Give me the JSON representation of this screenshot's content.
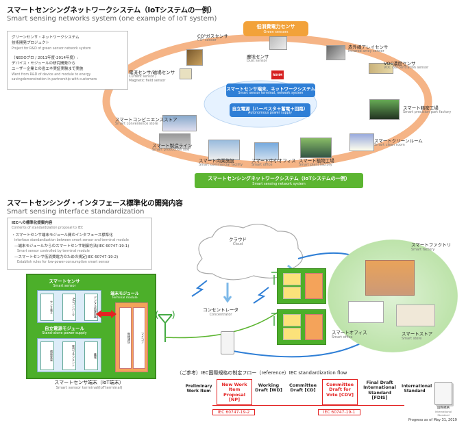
{
  "section1": {
    "title": "スマートセンシングネットワークシステム（IoTシステムの一例）",
    "subtitle": "Smart sensing networks system (one example of IoT system)"
  },
  "project_box": {
    "jp_line1": "グリーンセンサ・ネットワークシステム",
    "jp_line2": "技術開発プロジェクト",
    "en_line1": "Project for R&D of green sensor network system",
    "jp_line3": "（NEDOプロ / 2011年度-2014年度）:",
    "jp_line4": "デバイス・モジュールの研究開発から",
    "jp_line5": "ユーザー企業との省エネ実証実験まで実施",
    "en_line2": "Went from R&D of device and module to energy",
    "en_line3": "savingdemonstration in partnership with customers"
  },
  "green_sensors": {
    "jp": "低消費電力センサ",
    "en": "Green sensors"
  },
  "center_terminal": {
    "jp": "スマートセンサ端末、ネットワークシステム",
    "en": "Smart sensor terminal, network system"
  },
  "center_power": {
    "jp": "自立電源（ハーベスタ＋蓄電＋回路）",
    "en": "Autonomous power supply"
  },
  "rohm_logo": "ROHM",
  "network_banner": {
    "jp": "スマートセンシングネットワークシステム（IoTシステムの一例）",
    "en": "Smart sensing network system"
  },
  "ring_labels": {
    "co2": {
      "jp": "CO²ガスセンサ",
      "en": "CO² sensor"
    },
    "dust": {
      "jp": "塵埃センサ",
      "en": "Dust sensor"
    },
    "infrared": {
      "jp": "赤外線アレイセンサ",
      "en": "Infrared array sensor"
    },
    "voc": {
      "jp": "VOC濃度センサ",
      "en": "VOC concentration sensor"
    },
    "current": {
      "jp": "電流センサ/磁場センサ",
      "en1": "Current sensor /",
      "en2": "Magnetic field sensor"
    },
    "convenience": {
      "jp": "スマートコンビニエンスストア",
      "en": "Smart convenience store"
    },
    "production": {
      "jp": "スマート製造ライン",
      "en": "Smart production line"
    },
    "commercial": {
      "jp": "スマート商業施設",
      "en": "Smart commercial facility"
    },
    "office": {
      "jp": "スマート中小オフィス",
      "en": "Smart office"
    },
    "plant": {
      "jp": "スマート植物工場",
      "en": "Smart plant factory"
    },
    "precision": {
      "jp": "スマート精密工場",
      "en": "Smart precision part factory"
    },
    "cleanroom": {
      "jp": "スマートクリーンルーム",
      "en": "Smart clean room"
    }
  },
  "section2": {
    "title": "スマートセンシング・インタフェース標準化の開発内容",
    "subtitle": "Smart sensing interface standardization"
  },
  "iec_box": {
    "title_jp": "IECへの標準化提案内容",
    "title_en": "Contents of standardization proposal to IEC",
    "item1_jp": "・スマートセンサ端末モジュール間のインタフェース標準化",
    "item1_en": "interface standardization between smart sensor and terminal module",
    "item2_jp": "—端末モジュールからのスマートセンサ制御方法(IEC 60747-19-1)",
    "item2_en": "Smart sensor controlled by terminal module",
    "item3_jp": "—スマートセンサ低消費電力のための規定(IEC 60747-19-2)",
    "item3_en": "Establish rules for low-power-consumption smart sensor"
  },
  "terminal_diagram": {
    "smart_sensor_jp": "スマートセンサ",
    "smart_sensor_en": "Smart sensor",
    "sensor_element": "センサ素子",
    "adc": "A/Dコンバータ",
    "digital_proc": "デジタル処理回路",
    "power_module_jp": "自立電源モジュール",
    "power_module_en": "Stand-alone power supply",
    "harvester": "環境発電",
    "power_mgmt": "電力マネジメント",
    "storage": "蓄電",
    "terminal_module_jp": "端末モジュール",
    "terminal_module_en": "Terminal module",
    "wireless": "無線通信",
    "mcu": "マイコン",
    "caption_jp": "スマートセンサ端末（IoT端末）",
    "caption_en": "Smart sensor terminal(IoTterminal)"
  },
  "cloud": {
    "jp": "クラウド",
    "en": "Cloud"
  },
  "concentrator": {
    "jp": "コンセントレータ",
    "en": "Concentrator"
  },
  "factory_labels": {
    "factory": {
      "jp": "スマートファクトリ",
      "en": "Smart factory"
    },
    "office": {
      "jp": "スマートオフィス",
      "en": "Smart office"
    },
    "store": {
      "jp": "スマートストア",
      "en": "Smart store"
    }
  },
  "flow": {
    "title": "（ご参考）IEC国際規格の制定フロー（reference）IEC standardization flow",
    "prelim": "Preliminary Work Item",
    "np": "New Work Item Proposal [NP]",
    "wd": "Working Draft [WD]",
    "cd": "Committee Draft [CD]",
    "cdv": "Committee Draft for Vote [CDV]",
    "fdis": "Final Draft International Standard [FDIS]",
    "is": "International Standard",
    "tag_np": "IEC 60747-19-2",
    "tag_cdv": "IEC 60747-19-1",
    "book_jp": "国際規格",
    "book_en": "International Standard",
    "progress": "Progress as of May 31, 2019"
  },
  "colors": {
    "green": "#5cb531",
    "orange": "#f2a23a",
    "blue": "#2f7fd6",
    "ring": "#f5b486",
    "red": "#e32222"
  }
}
